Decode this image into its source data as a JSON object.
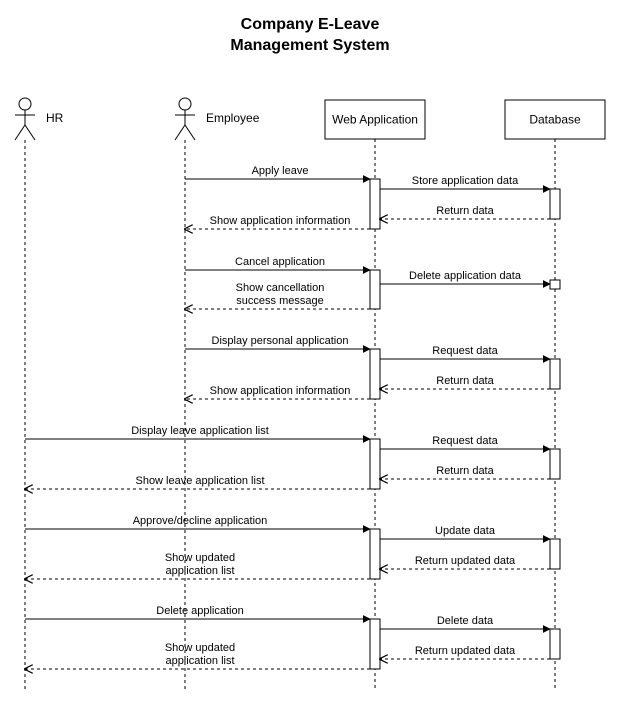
{
  "diagram": {
    "title_line1": "Company E-Leave",
    "title_line2": "Management System"
  },
  "participants": [
    {
      "id": "hr",
      "label": "HR",
      "kind": "actor"
    },
    {
      "id": "employee",
      "label": "Employee",
      "kind": "actor"
    },
    {
      "id": "webapp",
      "label": "Web Application",
      "kind": "box"
    },
    {
      "id": "database",
      "label": "Database",
      "kind": "box"
    }
  ],
  "messages": [
    {
      "from": "employee",
      "to": "webapp",
      "type": "sync",
      "lines": [
        "Apply leave"
      ]
    },
    {
      "from": "webapp",
      "to": "database",
      "type": "sync",
      "lines": [
        "Store application data"
      ]
    },
    {
      "from": "database",
      "to": "webapp",
      "type": "return",
      "lines": [
        "Return data"
      ]
    },
    {
      "from": "webapp",
      "to": "employee",
      "type": "return",
      "lines": [
        "Show application information"
      ]
    },
    {
      "from": "employee",
      "to": "webapp",
      "type": "sync",
      "lines": [
        "Cancel application"
      ]
    },
    {
      "from": "webapp",
      "to": "database",
      "type": "sync",
      "lines": [
        "Delete application data"
      ]
    },
    {
      "from": "webapp",
      "to": "employee",
      "type": "return",
      "lines": [
        "Show cancellation",
        "success message"
      ]
    },
    {
      "from": "employee",
      "to": "webapp",
      "type": "sync",
      "lines": [
        "Display personal application"
      ]
    },
    {
      "from": "webapp",
      "to": "database",
      "type": "sync",
      "lines": [
        "Request data"
      ]
    },
    {
      "from": "database",
      "to": "webapp",
      "type": "return",
      "lines": [
        "Return data"
      ]
    },
    {
      "from": "webapp",
      "to": "employee",
      "type": "return",
      "lines": [
        "Show application information"
      ]
    },
    {
      "from": "hr",
      "to": "webapp",
      "type": "sync",
      "lines": [
        "Display leave application list"
      ]
    },
    {
      "from": "webapp",
      "to": "database",
      "type": "sync",
      "lines": [
        "Request data"
      ]
    },
    {
      "from": "database",
      "to": "webapp",
      "type": "return",
      "lines": [
        "Return data"
      ]
    },
    {
      "from": "webapp",
      "to": "hr",
      "type": "return",
      "lines": [
        "Show leave application list"
      ]
    },
    {
      "from": "hr",
      "to": "webapp",
      "type": "sync",
      "lines": [
        "Approve/decline application"
      ]
    },
    {
      "from": "webapp",
      "to": "database",
      "type": "sync",
      "lines": [
        "Update data"
      ]
    },
    {
      "from": "database",
      "to": "webapp",
      "type": "return",
      "lines": [
        "Return updated data"
      ]
    },
    {
      "from": "webapp",
      "to": "hr",
      "type": "return",
      "lines": [
        "Show updated",
        "application list"
      ]
    },
    {
      "from": "hr",
      "to": "webapp",
      "type": "sync",
      "lines": [
        "Delete application"
      ]
    },
    {
      "from": "webapp",
      "to": "database",
      "type": "sync",
      "lines": [
        "Delete data"
      ]
    },
    {
      "from": "database",
      "to": "webapp",
      "type": "return",
      "lines": [
        "Return updated data"
      ]
    },
    {
      "from": "webapp",
      "to": "hr",
      "type": "return",
      "lines": [
        "Show updated",
        "application list"
      ]
    }
  ]
}
